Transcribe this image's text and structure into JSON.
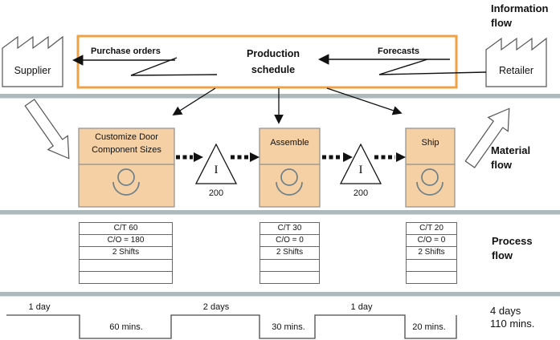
{
  "labels": {
    "information_flow": "Information\nflow",
    "material_flow": "Material\nflow",
    "process_flow": "Process\nflow"
  },
  "info": {
    "supplier": "Supplier",
    "retailer": "Retailer",
    "purchase_orders": "Purchase orders",
    "forecasts": "Forecasts",
    "production_schedule": "Production\nschedule"
  },
  "material": {
    "processes": [
      {
        "name": "Customize Door\nComponent Sizes"
      },
      {
        "name": "Assemble"
      },
      {
        "name": "Ship"
      }
    ],
    "inventory": [
      {
        "symbol": "I",
        "qty": "200"
      },
      {
        "symbol": "I",
        "qty": "200"
      }
    ]
  },
  "process": {
    "boxes": [
      {
        "rows": [
          "C/T 60",
          "C/O = 180",
          "2 Shifts",
          "",
          ""
        ]
      },
      {
        "rows": [
          "C/T 30",
          "C/O = 0",
          "2 Shifts",
          "",
          ""
        ]
      },
      {
        "rows": [
          "C/T 20",
          "C/O = 0",
          "2 Shifts",
          "",
          ""
        ]
      }
    ]
  },
  "timeline": {
    "segments": [
      {
        "label": "1 day",
        "type": "lead-time"
      },
      {
        "label": "60 mins.",
        "type": "process-time"
      },
      {
        "label": "2 days",
        "type": "lead-time"
      },
      {
        "label": "30 mins.",
        "type": "process-time"
      },
      {
        "label": "1 day",
        "type": "lead-time"
      },
      {
        "label": "20 mins.",
        "type": "process-time"
      }
    ],
    "total": "4 days\n110 mins."
  },
  "icons": {
    "factory-icon": "sawtooth-roof factory outline",
    "operator-icon": "circle over open arc",
    "inventory-triangle-icon": "triangle with serif I",
    "push-arrow-icon": "thick dashed arrow",
    "material-flow-arrow-icon": "hollow block arrow",
    "electronic-info-icon": "zigzag line"
  },
  "colors": {
    "accent_orange": "#F0A144",
    "process_fill": "#F5D0A5",
    "divider_gray": "#AEB9BD",
    "operator_gray": "#6E7F88",
    "line_dark": "#4a4a4a"
  }
}
